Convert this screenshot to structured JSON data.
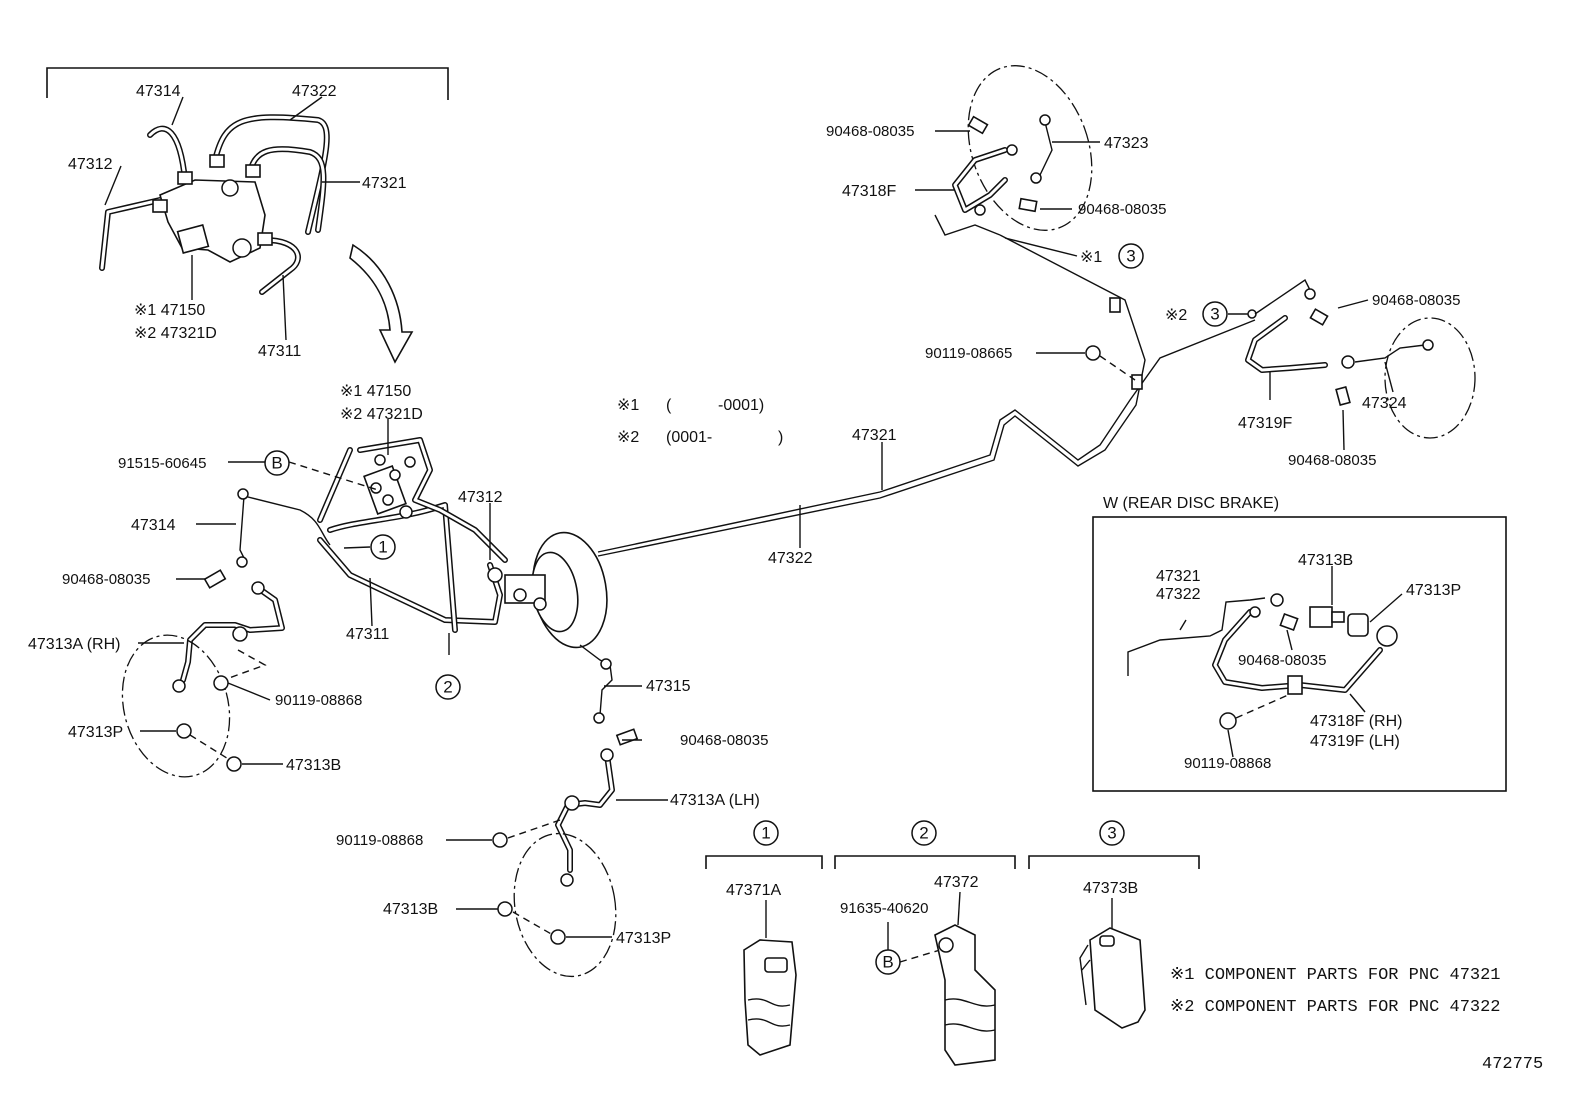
{
  "labels": {
    "top_47314": "47314",
    "top_47322": "47322",
    "top_47312": "47312",
    "top_47321": "47321",
    "top_note1": "※1 47150",
    "top_note2": "※2 47321D",
    "top_47311": "47311",
    "mid_note1": "※1 47150",
    "mid_note2": "※2 47321D",
    "l_91515": "91515-60645",
    "l_47314": "47314",
    "l_90468": "90468-08035",
    "l_47313a_rh": "47313A (RH)",
    "l_90119_a": "90119-08868",
    "l_47313p_a": "47313P",
    "l_47313b_a": "47313B",
    "m_47312": "47312",
    "m_47311": "47311",
    "m_47315": "47315",
    "m_90468": "90468-08035",
    "m_47313a_lh": "47313A (LH)",
    "m_90119": "90119-08868",
    "m_47313b": "47313B",
    "m_47313p": "47313P",
    "range1_mark": "※1",
    "range1_open": "(",
    "range1_val": "-0001)",
    "range2_mark": "※2",
    "range2_val": "(0001-",
    "range2_close": ")",
    "c_47321": "47321",
    "c_47322": "47322",
    "r_90468_a": "90468-08035",
    "r_47323": "47323",
    "r_47318f": "47318F",
    "r_90468_b": "90468-08035",
    "r_ref1": "※1",
    "r_ref2": "※2",
    "r_90119": "90119-08665",
    "r_90468_c": "90468-08035",
    "r_47319f": "47319F",
    "r_47324": "47324",
    "r_90468_d": "90468-08035",
    "w_title": "W (REAR DISC BRAKE)",
    "w_47321": "47321",
    "w_47322": "47322",
    "w_47313b": "47313B",
    "w_47313p": "47313P",
    "w_90468": "90468-08035",
    "w_47318f": "47318F (RH)",
    "w_47319f": "47319F (LH)",
    "w_90119": "90119-08868",
    "k1_part": "47371A",
    "k2_part": "47372",
    "k2_bolt": "91635-40620",
    "k3_part": "47373B",
    "note1": "※1 COMPONENT PARTS FOR PNC 47321",
    "note2": "※2 COMPONENT PARTS FOR PNC 47322",
    "fig_no": "472775"
  },
  "callouts": {
    "c1": "1",
    "c2": "2",
    "c3": "3",
    "b": "B"
  }
}
